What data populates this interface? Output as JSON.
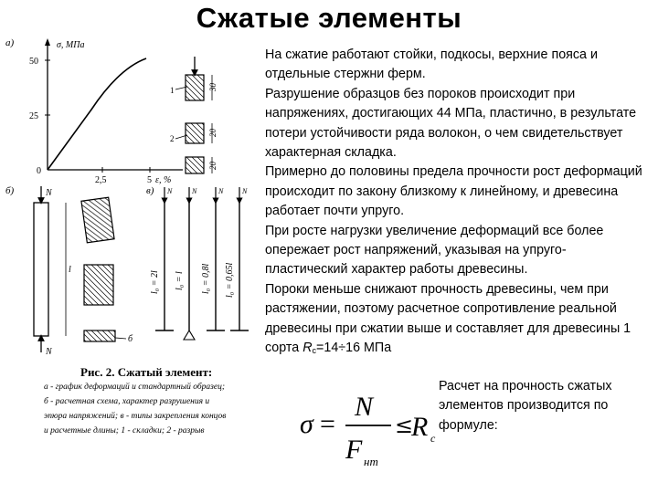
{
  "slide": {
    "title": "Сжатые элементы",
    "body": {
      "p1": "На сжатие работают стойки, подкосы, верхние пояса и отдельные стержни ферм.",
      "p2": "Разрушение образцов без пороков происходит при напряжениях, достигающих 44 МПа, пластично, в результате потери устойчивости ряда волокон, о чем свидетельствует характерная складка.",
      "p3": "Примерно до половины предела прочности рост деформаций происходит по закону близкому к линейному, и древесина работает почти упруго.",
      "p4": "При росте нагрузки увеличение деформаций все более опережает рост напряжений, указывая на упруго-пластический характер работы древесины.",
      "p5a": "Пороки меньше снижают прочность древесины, чем при растяжении, поэтому расчетное сопротивление реальной древесины при сжатии выше и составляет для древесины 1 сорта ",
      "p5_R": "R",
      "p5_sub": "c",
      "p5b": "=14÷16 МПа"
    },
    "calc_text": "Расчет на прочность сжатых элементов производится по формуле:"
  },
  "formula": {
    "sigma": "σ",
    "equals": "=",
    "numerator": "N",
    "denominator": "F",
    "denominator_sub": "нт",
    "le": "≤",
    "R": "R",
    "R_sub": "c"
  },
  "figure": {
    "label_a": "а)",
    "label_b": "б)",
    "label_v": "в)",
    "graph": {
      "y_axis_label": "σ, МПа",
      "x_axis_label": "ε, %",
      "y_ticks": [
        "50",
        "25",
        "0"
      ],
      "x_ticks": [
        "2,5",
        "5"
      ]
    },
    "force_N_top": "N",
    "force_N_bottom": "N",
    "force_N_v": [
      "N",
      "N",
      "N",
      "N"
    ],
    "dim_30": "30",
    "dim_20a": "20",
    "dim_20b": "20",
    "callout_1": "1",
    "callout_2": "2",
    "callout_6": "б",
    "lengths": [
      "l₀ = 2l",
      "l₀ = l",
      "l₀ = 0,8l",
      "l₀ = 0,65l"
    ],
    "small_l": "l",
    "caption_title": "Рис. 2. Сжатый элемент:",
    "caption_lines": [
      "а - график деформаций и стандартный образец;",
      "б - расчетная схема, характер разрушения и",
      "эпюра напряжений; в - типы закрепления концов",
      "и расчетные длины; 1 - складки; 2 - разрыв"
    ]
  }
}
